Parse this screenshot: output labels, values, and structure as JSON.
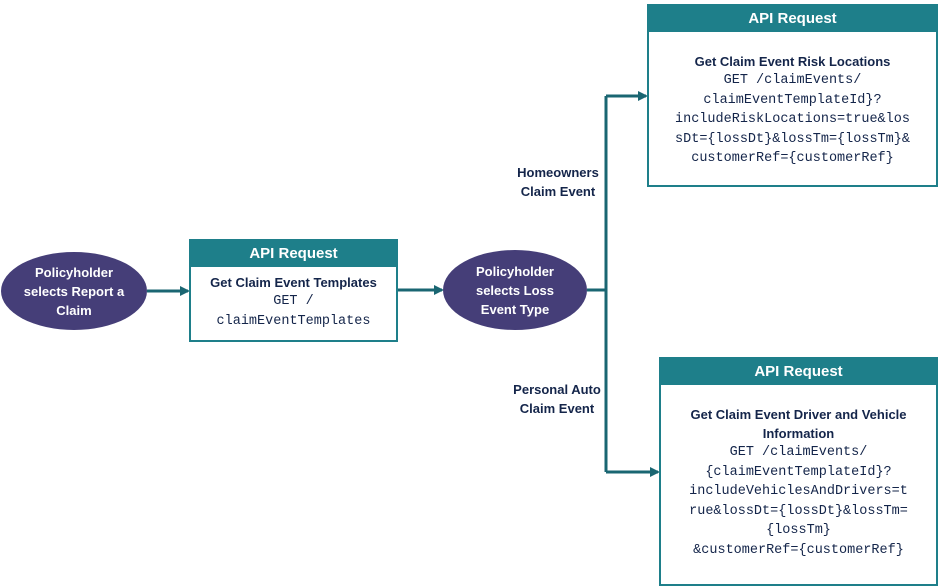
{
  "colors": {
    "ellipse_fill": "#453e78",
    "teal": "#1e7f8a",
    "text": "#14254a",
    "connector": "#1a6672"
  },
  "start": {
    "label": "Policyholder\nselects Report a\nClaim"
  },
  "decision": {
    "label": "Policyholder\nselects Loss\nEvent Type"
  },
  "templates_request": {
    "header": "API Request",
    "title": "Get Claim Event Templates",
    "code": "GET /\nclaimEventTemplates"
  },
  "branches": {
    "homeowners": {
      "label": "Homeowners\nClaim Event",
      "request": {
        "header": "API Request",
        "title": "Get Claim Event Risk Locations",
        "code": "GET /claimEvents/\nclaimEventTemplateId}?\nincludeRiskLocations=true&los\nsDt={lossDt}&lossTm={lossTm}&\ncustomerRef={customerRef}"
      }
    },
    "personal_auto": {
      "label": "Personal Auto\nClaim Event",
      "request": {
        "header": "API Request",
        "title": "Get Claim Event Driver and Vehicle\nInformation",
        "code": "GET /claimEvents/\n{claimEventTemplateId}?\nincludeVehiclesAndDrivers=t\nrue&lossDt={lossDt}&lossTm=\n{lossTm}\n&customerRef={customerRef}"
      }
    }
  }
}
